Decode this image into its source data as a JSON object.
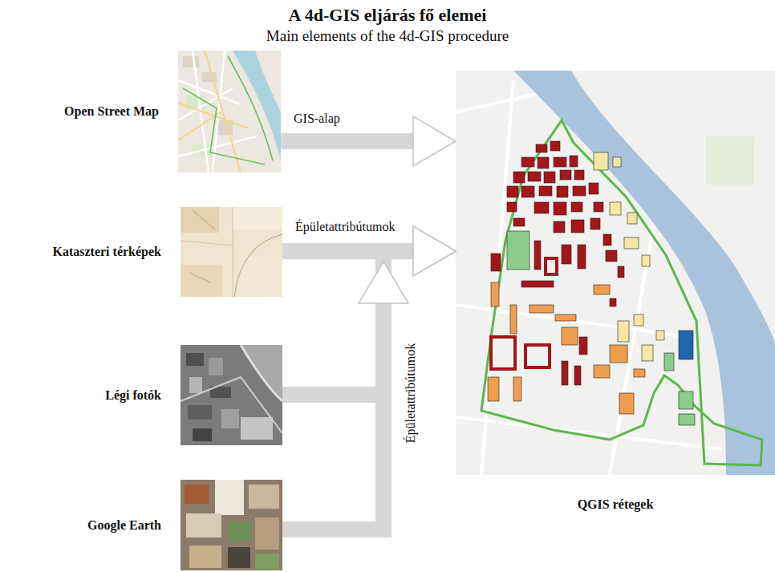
{
  "diagram": {
    "title": "A 4d-GIS eljárás fő elemei",
    "nodes": [
      {
        "text": [
          "Open Street Map"
        ]
      },
      {
        "text": [
          "Kataszteri térképek"
        ]
      },
      {
        "text": [
          "Légi fotók"
        ]
      },
      {
        "text": [
          "Google Earth"
        ]
      },
      {
        "text": [
          "QGIS rétegek"
        ]
      }
    ],
    "edges": [
      {
        "from": 0,
        "to": 4,
        "label": "GIS-alap",
        "arrow": "to"
      },
      {
        "from": 1,
        "to": 4,
        "label": "Épületattribútumok",
        "arrow": "to"
      },
      {
        "from": 2,
        "to": 4,
        "label": "Épületattribútumok",
        "arrow": "to"
      },
      {
        "from": 3,
        "to": 4,
        "arrow": "to"
      }
    ],
    "labels": [
      "Main elements of the 4d-GIS procedure"
    ]
  }
}
